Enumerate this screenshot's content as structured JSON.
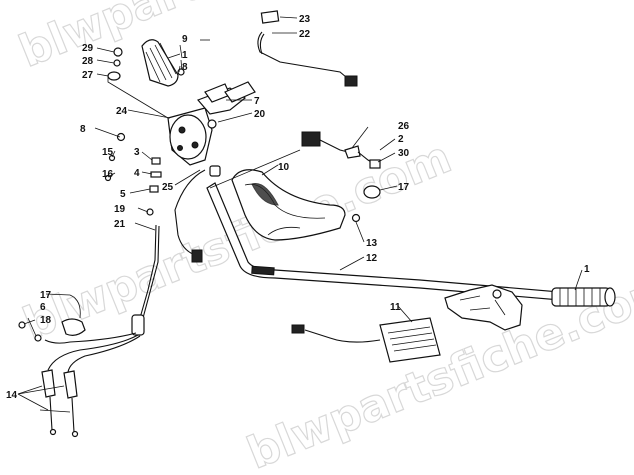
{
  "watermark": "blwpartsfiche.com",
  "callouts": [
    {
      "id": "c1a",
      "text": "1"
    },
    {
      "id": "c1b",
      "text": "1"
    },
    {
      "id": "c2",
      "text": "2"
    },
    {
      "id": "c3",
      "text": "3"
    },
    {
      "id": "c4",
      "text": "4"
    },
    {
      "id": "c5",
      "text": "5"
    },
    {
      "id": "c6",
      "text": "6"
    },
    {
      "id": "c7",
      "text": "7"
    },
    {
      "id": "c8a",
      "text": "8"
    },
    {
      "id": "c8b",
      "text": "8"
    },
    {
      "id": "c9",
      "text": "9"
    },
    {
      "id": "c10",
      "text": "10"
    },
    {
      "id": "c11",
      "text": "11"
    },
    {
      "id": "c12",
      "text": "12"
    },
    {
      "id": "c13",
      "text": "13"
    },
    {
      "id": "c14",
      "text": "14"
    },
    {
      "id": "c15",
      "text": "15"
    },
    {
      "id": "c16",
      "text": "16"
    },
    {
      "id": "c17a",
      "text": "17"
    },
    {
      "id": "c17b",
      "text": "17"
    },
    {
      "id": "c18",
      "text": "18"
    },
    {
      "id": "c19",
      "text": "19"
    },
    {
      "id": "c20",
      "text": "20"
    },
    {
      "id": "c21",
      "text": "21"
    },
    {
      "id": "c22",
      "text": "22"
    },
    {
      "id": "c23",
      "text": "23"
    },
    {
      "id": "c24",
      "text": "24"
    },
    {
      "id": "c25",
      "text": "25"
    },
    {
      "id": "c26",
      "text": "26"
    },
    {
      "id": "c27",
      "text": "27"
    },
    {
      "id": "c28",
      "text": "28"
    },
    {
      "id": "c29",
      "text": "29"
    },
    {
      "id": "c30",
      "text": "30"
    }
  ]
}
